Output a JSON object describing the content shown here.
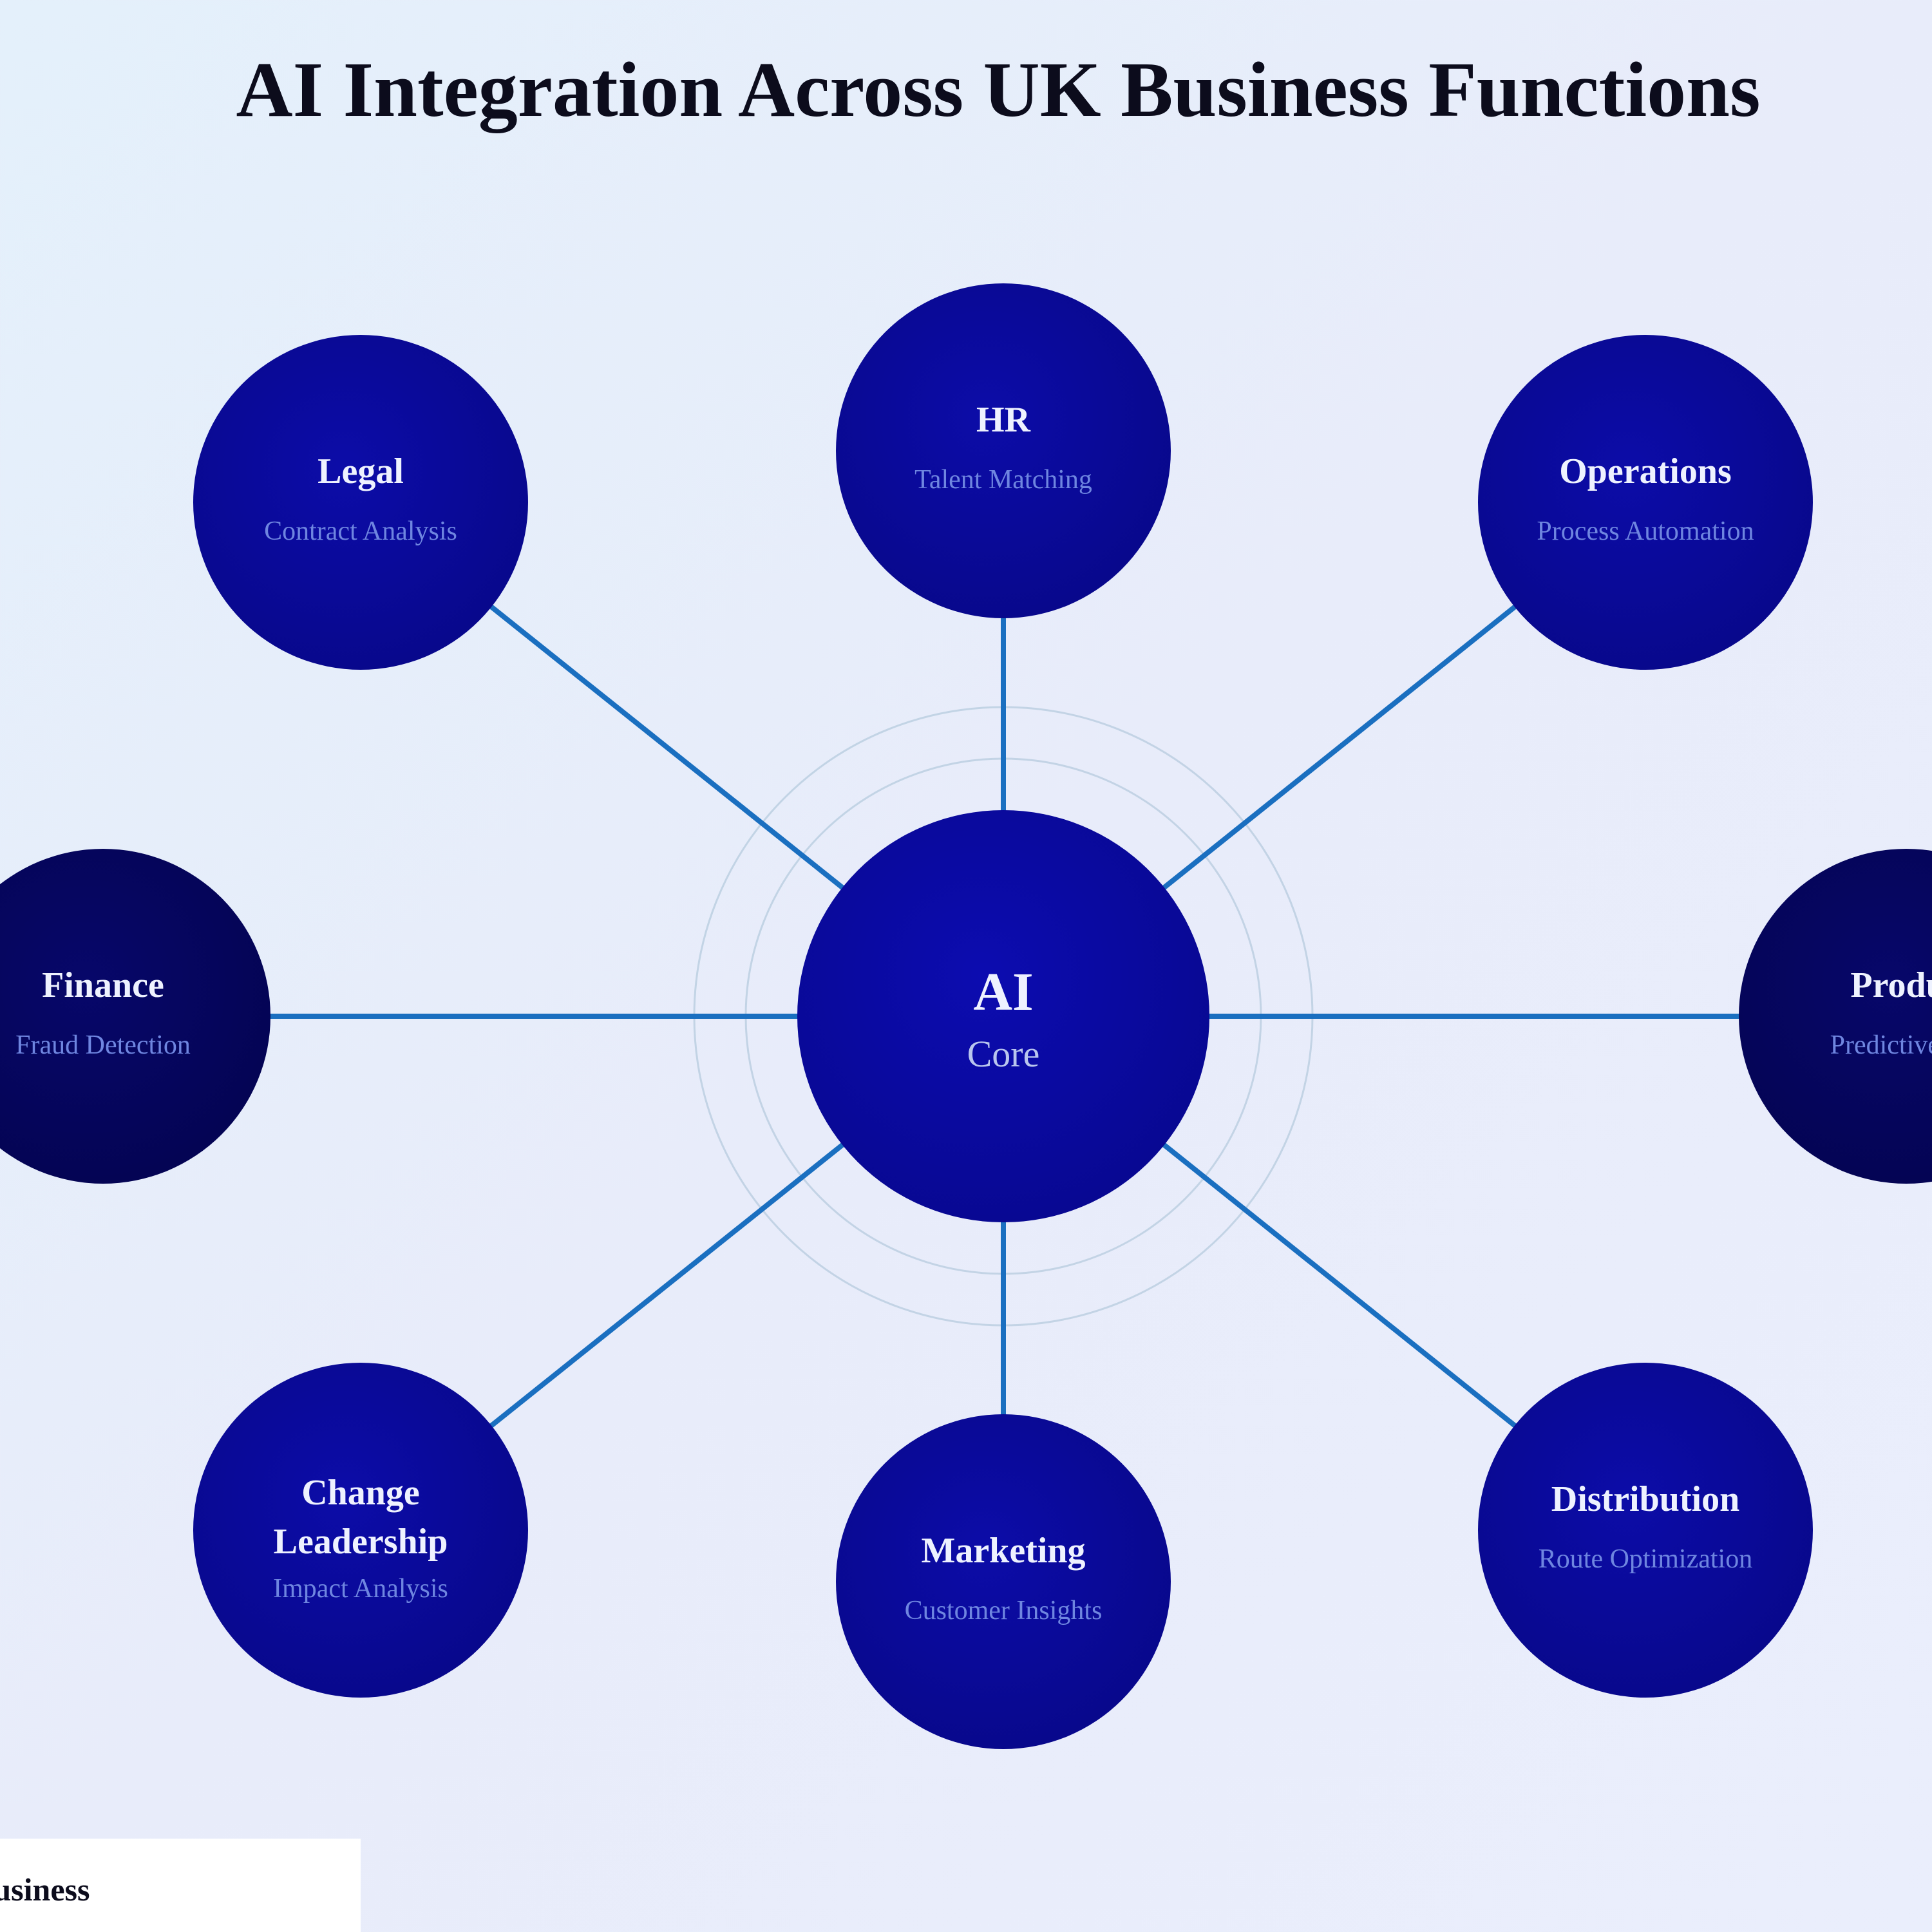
{
  "title": "AI Integration Across UK Business Functions",
  "colors": {
    "background": "#e6eefb",
    "center_node": "#0a0a9e",
    "node": "#0a0a96",
    "node_dark": "#05055e",
    "connector": "#1a6fc0",
    "ring": "#b9cde0",
    "node_title_text": "#eef2ff",
    "node_subtitle_text": "#6f86e0"
  },
  "center": {
    "title": "AI",
    "subtitle": "Core"
  },
  "nodes": [
    {
      "id": "hr",
      "title_lines": [
        "HR"
      ],
      "subtitle": "Talent Matching",
      "shade": "node"
    },
    {
      "id": "operations",
      "title_lines": [
        "Operations"
      ],
      "subtitle": "Process Automation",
      "shade": "node"
    },
    {
      "id": "production",
      "title_lines": [
        "Produc"
      ],
      "subtitle": "Predictive Ma",
      "shade": "node_dark"
    },
    {
      "id": "distribution",
      "title_lines": [
        "Distribution"
      ],
      "subtitle": "Route Optimization",
      "shade": "node"
    },
    {
      "id": "marketing",
      "title_lines": [
        "Marketing"
      ],
      "subtitle": "Customer Insights",
      "shade": "node"
    },
    {
      "id": "change-leadership",
      "title_lines": [
        "Change",
        "Leadership"
      ],
      "subtitle": "Impact Analysis",
      "shade": "node"
    },
    {
      "id": "finance",
      "title_lines": [
        "Finance"
      ],
      "subtitle": "Fraud Detection",
      "shade": "node_dark"
    },
    {
      "id": "legal",
      "title_lines": [
        "Legal"
      ],
      "subtitle": "Contract Analysis",
      "shade": "node"
    }
  ],
  "legend": {
    "text": "Business"
  }
}
